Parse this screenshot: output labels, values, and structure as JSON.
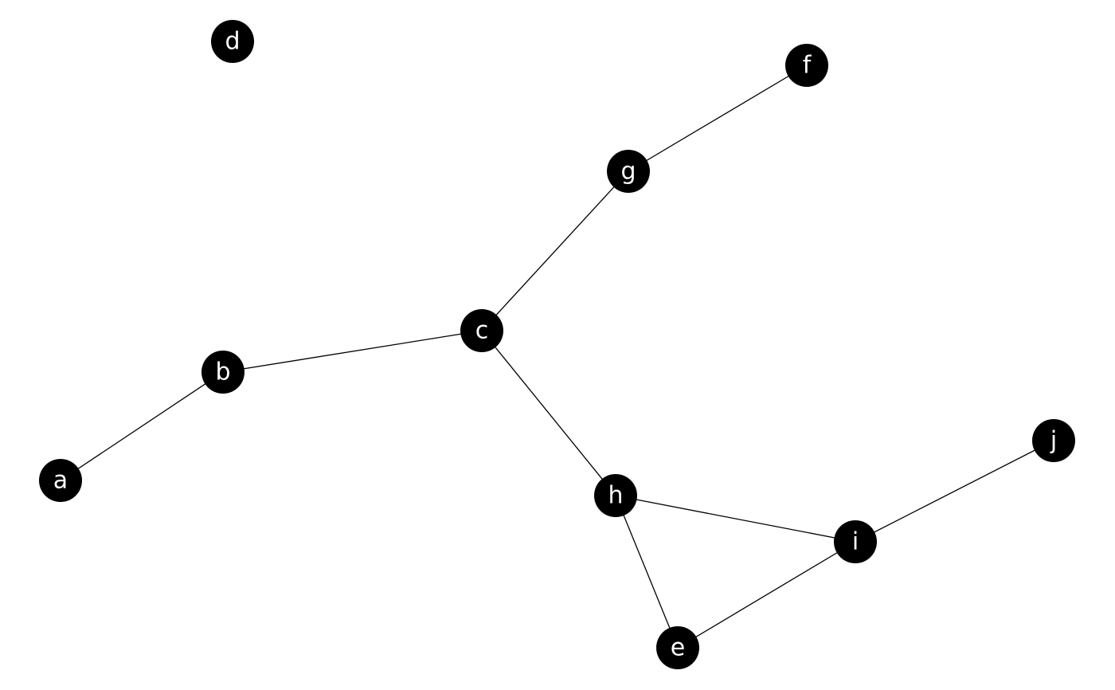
{
  "graph": {
    "nodes": [
      {
        "id": "a",
        "label": "a"
      },
      {
        "id": "b",
        "label": "b"
      },
      {
        "id": "c",
        "label": "c"
      },
      {
        "id": "d",
        "label": "d"
      },
      {
        "id": "e",
        "label": "e"
      },
      {
        "id": "f",
        "label": "f"
      },
      {
        "id": "g",
        "label": "g"
      },
      {
        "id": "h",
        "label": "h"
      },
      {
        "id": "i",
        "label": "i"
      },
      {
        "id": "j",
        "label": "j"
      }
    ],
    "edges": [
      [
        "a",
        "b"
      ],
      [
        "b",
        "c"
      ],
      [
        "c",
        "g"
      ],
      [
        "g",
        "f"
      ],
      [
        "c",
        "h"
      ],
      [
        "h",
        "i"
      ],
      [
        "h",
        "e"
      ],
      [
        "e",
        "i"
      ],
      [
        "i",
        "j"
      ]
    ],
    "node_color": "#000000",
    "label_color": "#ffffff",
    "edge_color": "#000000"
  }
}
